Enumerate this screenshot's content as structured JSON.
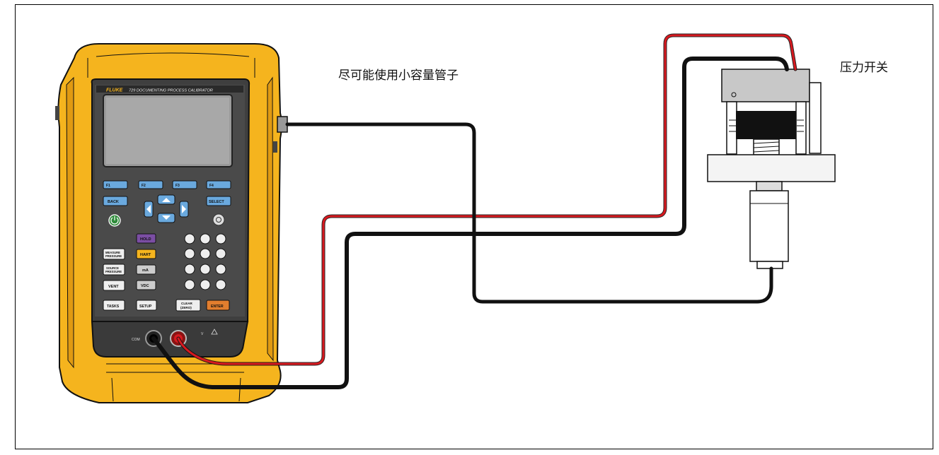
{
  "labels": {
    "tube_note": "尽可能使用小容量管子",
    "pressure_switch": "压力开关"
  },
  "calibrator": {
    "brand": "FLUKE",
    "model_title": "729 DOCUMENTING PROCESS CALIBRATOR",
    "function_keys": [
      "F1",
      "F2",
      "F3",
      "F4"
    ],
    "back": "BACK",
    "select": "SELECT",
    "hold": "HOLD",
    "hart": "HART",
    "measure_pressure_1": "MEASURE",
    "measure_pressure_2": "PRESSURE",
    "source_pressure_1": "SOURCE",
    "source_pressure_2": "PRESSURE",
    "ma": "mA",
    "vent": "VENT",
    "vdc": "VDC",
    "tasks": "TASKS",
    "setup": "SETUP",
    "clear_1": "CLEAR",
    "clear_2": "(ZERO)",
    "enter": "ENTER",
    "com": "COM",
    "v": "V"
  },
  "colors": {
    "body": "#F5B41E",
    "red_lead": "#D7191F",
    "black_lead": "#111111"
  }
}
